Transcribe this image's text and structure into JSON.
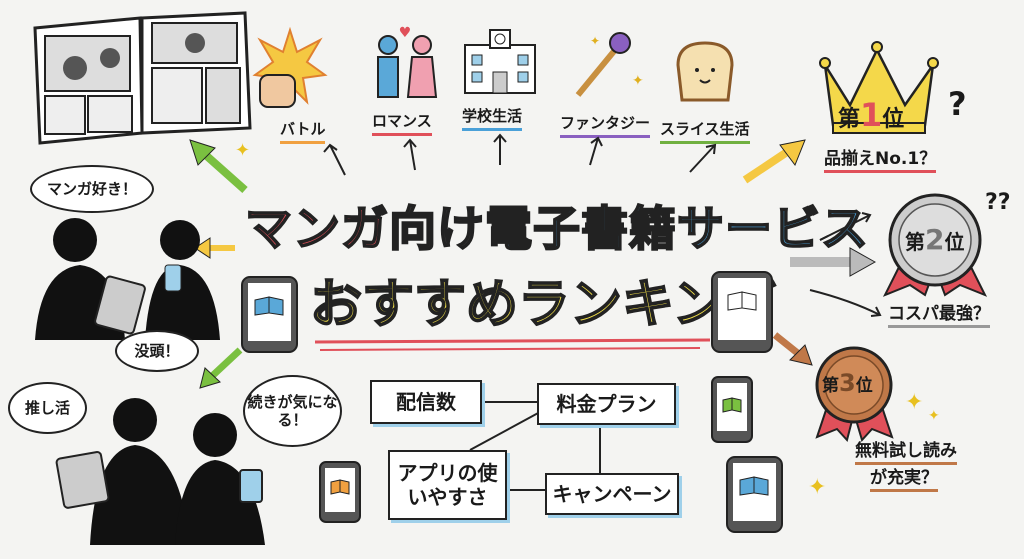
{
  "title": {
    "line1_parts": [
      "マンガ",
      "向け",
      "電子書籍サービス"
    ],
    "line2": "おすすめランキング"
  },
  "genres": [
    {
      "label": "バトル",
      "icon": "fist-icon",
      "color": "#f0a040"
    },
    {
      "label": "ロマンス",
      "icon": "couple-icon",
      "color": "#e0505a"
    },
    {
      "label": "学校生活",
      "icon": "school-icon",
      "color": "#4aa0d8"
    },
    {
      "label": "ファンタジー",
      "icon": "magic-wand-icon",
      "color": "#8a60c0"
    },
    {
      "label": "スライス生活",
      "icon": "bread-icon",
      "color": "#70b040"
    }
  ],
  "speech_bubbles": [
    "マンガ好き！",
    "没頭！",
    "推し活",
    "続きが気になる！"
  ],
  "factors": [
    "配信数",
    "料金プラン",
    "アプリの使いやすさ",
    "キャンペーン"
  ],
  "ranks": [
    {
      "badge_prefix": "第",
      "number": "1",
      "badge_suffix": "位",
      "caption": "品揃えNo.1？",
      "color": "#f4d84a"
    },
    {
      "badge_prefix": "第",
      "number": "2",
      "badge_suffix": "位",
      "caption": "コスパ最強？",
      "color": "#c8c8c8"
    },
    {
      "badge_prefix": "第",
      "number": "3",
      "badge_suffix": "位",
      "caption_line1": "無料試し読み",
      "caption_line2": "が充実？",
      "color": "#c07848"
    }
  ],
  "question_marks": [
    "?",
    "??"
  ]
}
